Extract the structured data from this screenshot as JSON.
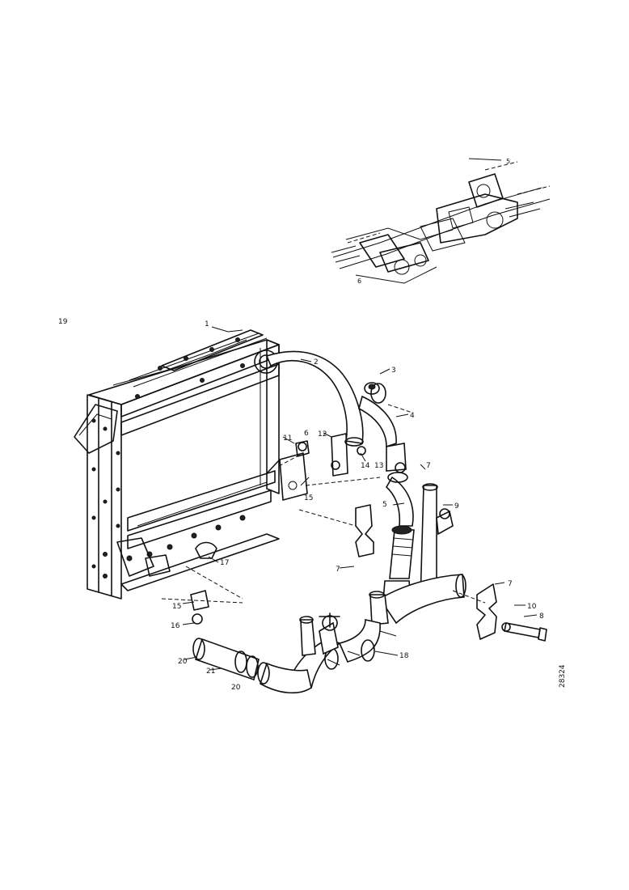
{
  "callouts": {
    "c1": "1",
    "c2": "2",
    "c3": "3",
    "c4": "4",
    "c5": "5",
    "c6": "6",
    "c7a": "7",
    "c7b": "7",
    "c7c": "7",
    "c8": "8",
    "c9": "9",
    "c10": "10",
    "c11": "11",
    "c12": "12",
    "c13": "13",
    "c14": "14",
    "c15a": "15",
    "c15b": "15",
    "c16": "16",
    "c17": "17",
    "c18": "18",
    "c19": "19",
    "c20a": "20",
    "c20b": "20",
    "c21": "21"
  },
  "reference_number": "28324"
}
